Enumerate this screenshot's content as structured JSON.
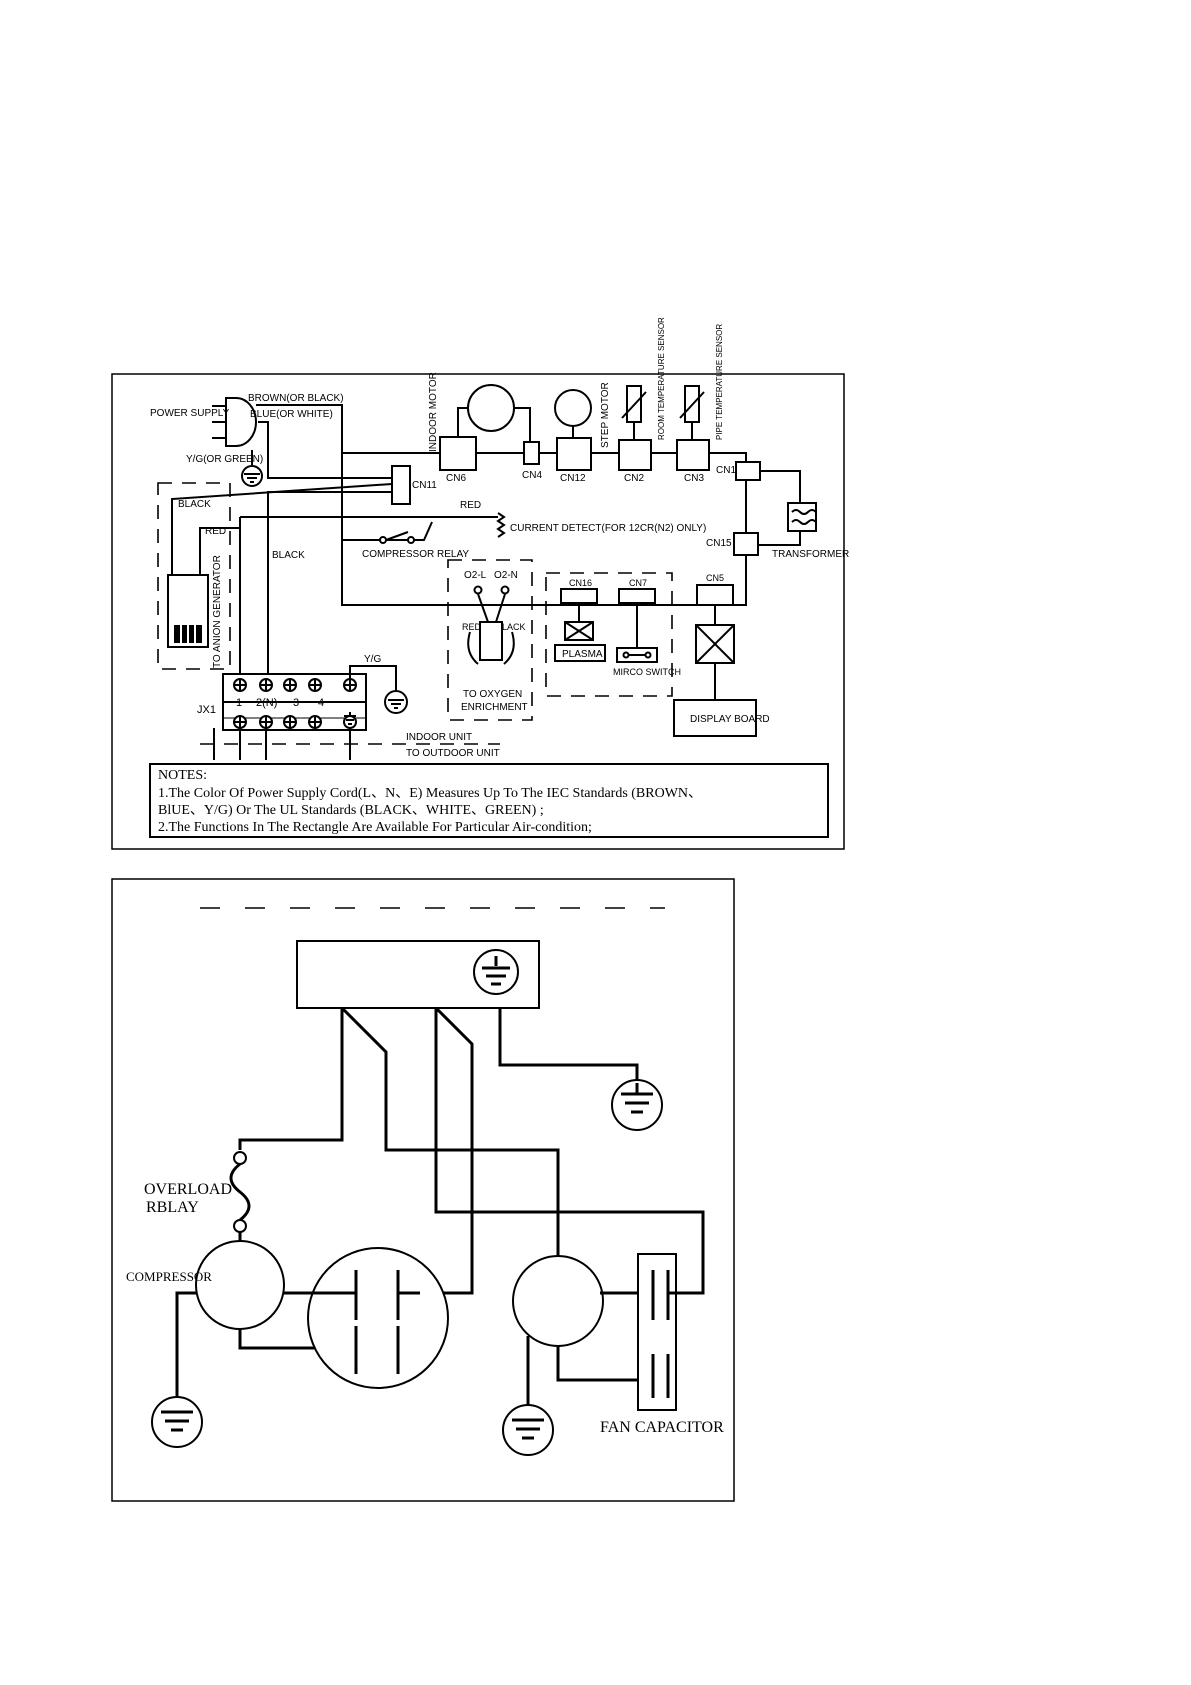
{
  "indoor": {
    "power_supply": "POWER SUPPLY",
    "brown_black": "BROWN(OR BLACK)",
    "blue_white": "BLUE(OR WHITE)",
    "yg_green": "Y/G(OR GREEN)",
    "indoor_motor": "INDOOR MOTOR",
    "step_motor": "STEP MOTOR",
    "room_temp_sensor": "ROOM TEMPERATURE SENSOR",
    "pipe_temp_sensor": "PIPE TEMPERATURE SENSOR",
    "cn6": "CN6",
    "cn4": "CN4",
    "cn12": "CN12",
    "cn2": "CN2",
    "cn3": "CN3",
    "cn1": "CN1",
    "cn15": "CN15",
    "cn11": "CN11",
    "cn16": "CN16",
    "cn7": "CN7",
    "cn5": "CN5",
    "transformer": "TRANSFORMER",
    "black1": "BLACK",
    "red1": "RED",
    "red2": "RED",
    "black2": "BLACK",
    "current_detect": "CURRENT DETECT(FOR 12CR(N2) ONLY)",
    "compressor_relay": "COMPRESSOR RELAY",
    "anion": "TO ANION GENERATOR",
    "o2l": "O2-L",
    "o2n": "O2-N",
    "o2_red": "RED",
    "o2_black": "BLACK",
    "to_oxygen": "TO OXYGEN",
    "enrichment": "ENRICHMENT",
    "plasma": "PLASMA",
    "micro_switch": "MIRCO SWITCH",
    "display_board": "DISPLAY BOARD",
    "yg": "Y/G",
    "jx1": "JX1",
    "t1": "1",
    "t2": "2(N)",
    "t3": "3",
    "t4": "4",
    "indoor_unit": "INDOOR UNIT",
    "to_outdoor": "TO OUTDOOR UNIT",
    "notes_title": "NOTES:",
    "note1a": "1.The Color Of Power Supply Cord(L、N、E) Measures Up To The IEC Standards (BROWN、",
    "note1b": "BlUE、Y/G)  Or The UL Standards (BLACK、WHITE、GREEN) ;",
    "note2": "2.The Functions In The Rectangle Are Available For Particular Air-condition;"
  },
  "outdoor": {
    "overload1": "OVERLOAD",
    "overload2": "RBLAY",
    "compressor": "COMPRESSOR",
    "fan_capacitor": "FAN CAPACITOR"
  }
}
